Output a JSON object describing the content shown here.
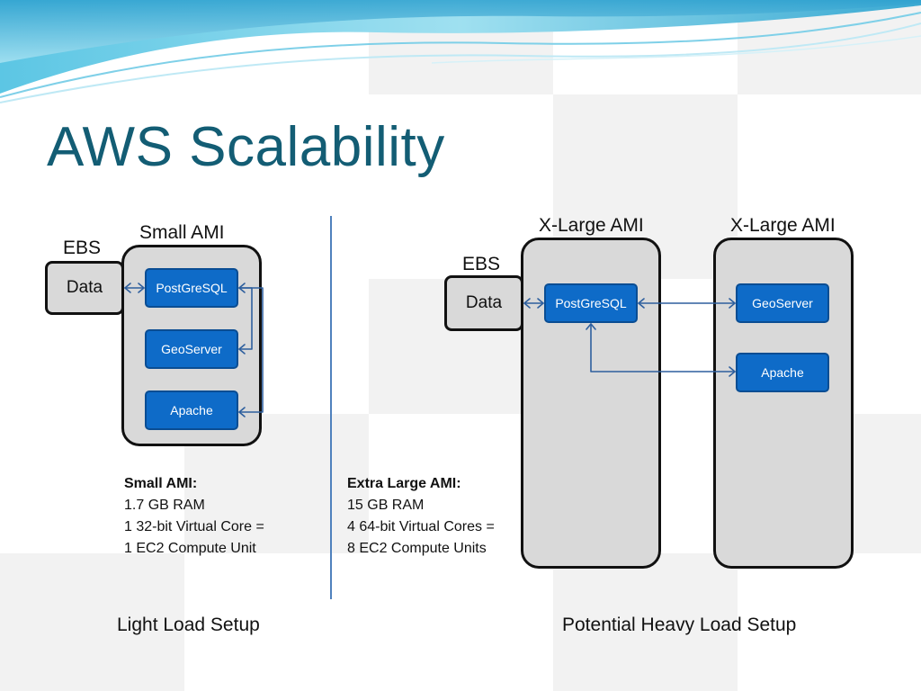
{
  "title": "AWS Scalability",
  "light": {
    "ebs_label": "EBS",
    "ami_label": "Small AMI",
    "data_label": "Data",
    "services": [
      "PostGreSQL",
      "GeoServer",
      "Apache"
    ],
    "spec_head": "Small AMI:",
    "spec_lines": [
      "1.7 GB RAM",
      "1 32-bit Virtual Core =",
      "1 EC2 Compute Unit"
    ],
    "caption": "Light Load Setup"
  },
  "heavy": {
    "ebs_label": "EBS",
    "ami1_label": "X-Large AMI",
    "ami2_label": "X-Large AMI",
    "data_label": "Data",
    "ami1_services": [
      "PostGreSQL"
    ],
    "ami2_services": [
      "GeoServer",
      "Apache"
    ],
    "spec_head": "Extra Large AMI:",
    "spec_lines": [
      "15 GB RAM",
      "4 64-bit Virtual Cores =",
      "8 EC2 Compute Units"
    ],
    "caption": "Potential Heavy Load Setup"
  },
  "colors": {
    "title": "#135d74",
    "service_fill": "#0e6bc8",
    "ami_fill": "#d9d9d9",
    "connector": "#2e5f9e",
    "divider": "#4f81bd",
    "wave_light": "#bfe9f5",
    "wave_dark": "#3bb2d9"
  }
}
